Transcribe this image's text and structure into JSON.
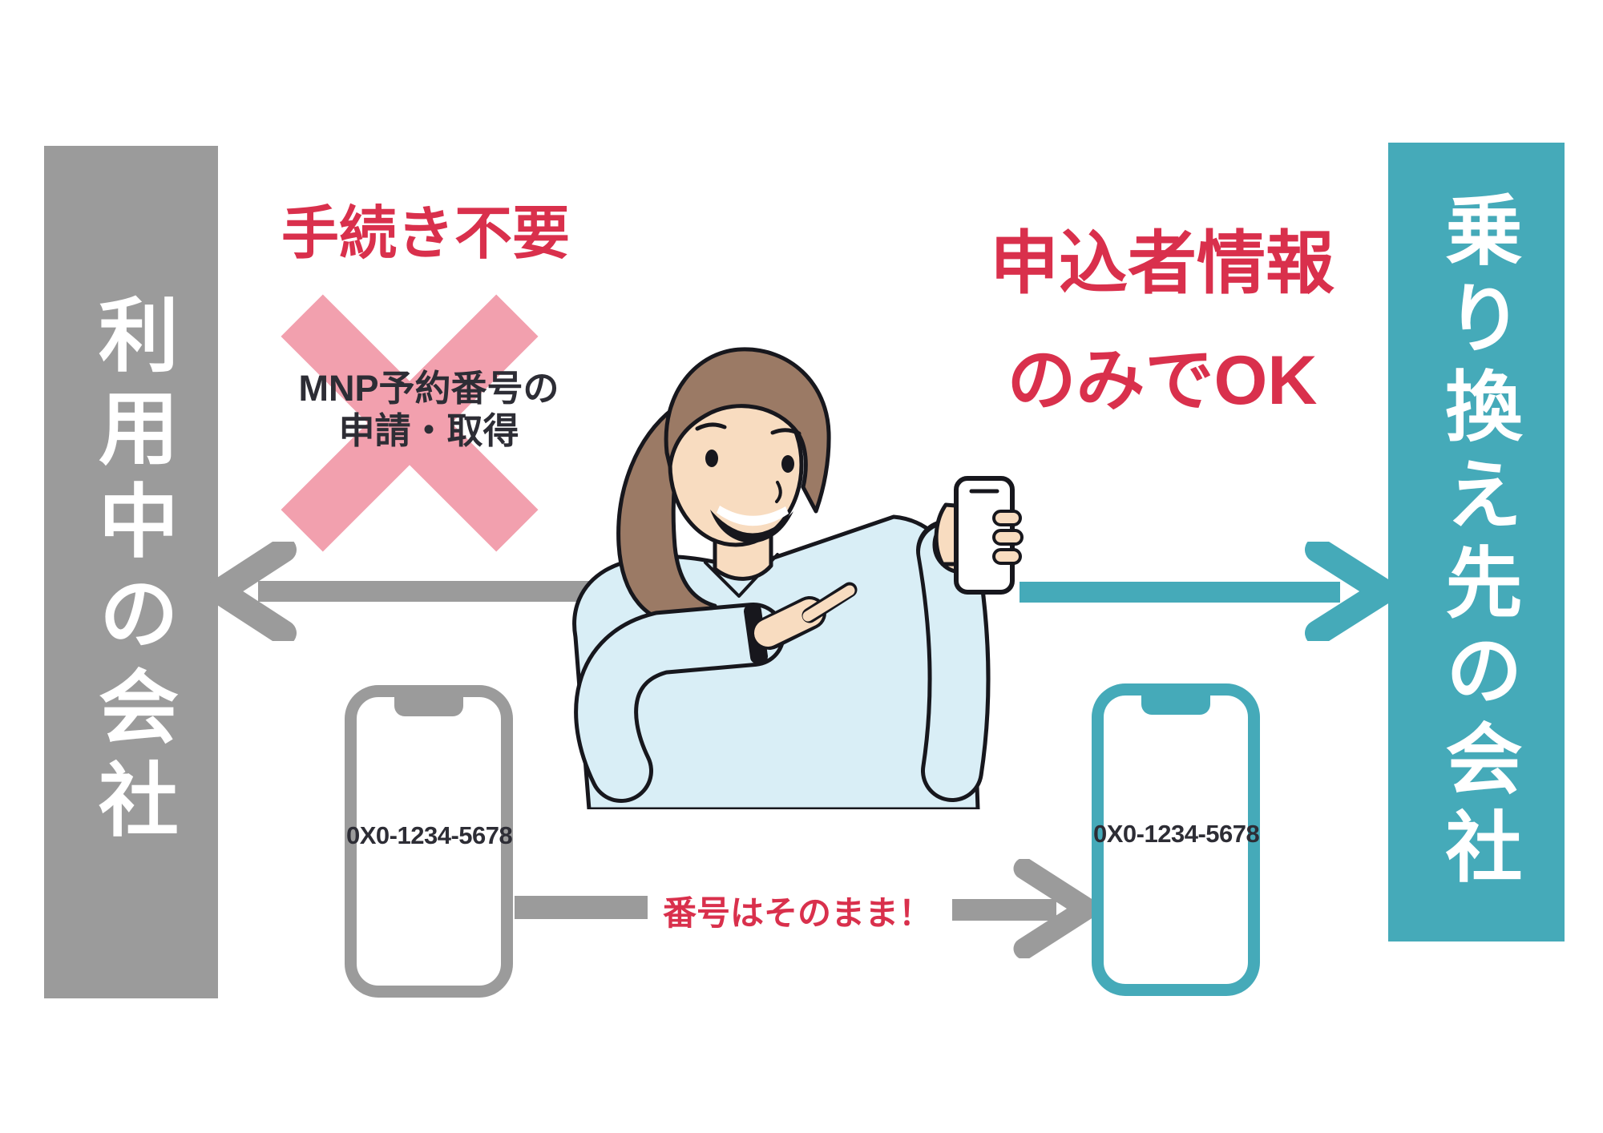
{
  "colors": {
    "background": "#FFFFFF",
    "gray": "#9B9B9B",
    "teal": "#45AAB9",
    "red": "#D9304C",
    "pink": "#F2A0AE",
    "dark": "#2D2D35",
    "skin": "#F8DCC0",
    "hair": "#9B7A65",
    "shirt": "#D9EEF6",
    "outline": "#17171D"
  },
  "left_company": {
    "label": "利用中の会社"
  },
  "right_company": {
    "label": "乗り換え先の会社"
  },
  "no_procedure": {
    "headline": "手続き不要",
    "crossed_line1": "MNP予約番号の",
    "crossed_line2": "申請・取得"
  },
  "applicant_info": {
    "line1": "申込者情報",
    "line2": "のみでOK"
  },
  "number_kept": {
    "label": "番号はそのまま！"
  },
  "old_phone": {
    "number": "0X0-1234-5678"
  },
  "new_phone": {
    "number": "0X0-1234-5678"
  }
}
